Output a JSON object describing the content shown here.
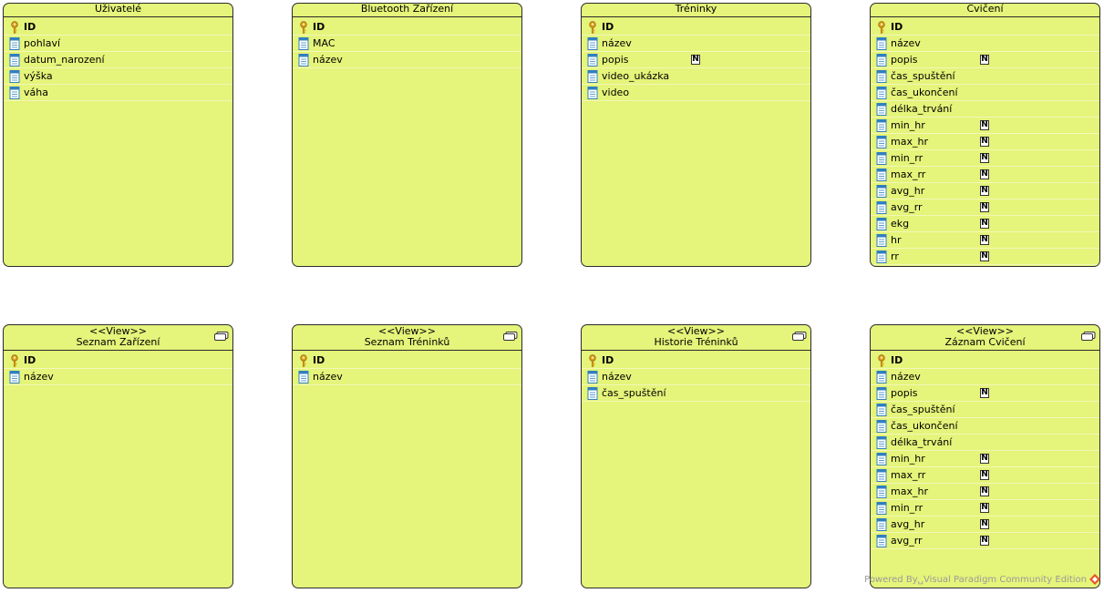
{
  "tables": [
    {
      "key": "uzivatele",
      "title": "Uživatelé",
      "columns": [
        {
          "name": "ID",
          "pk": true,
          "nullable": false
        },
        {
          "name": "pohlaví",
          "pk": false,
          "nullable": false
        },
        {
          "name": "datum_narození",
          "pk": false,
          "nullable": false
        },
        {
          "name": "výška",
          "pk": false,
          "nullable": false
        },
        {
          "name": "váha",
          "pk": false,
          "nullable": false
        }
      ]
    },
    {
      "key": "bluetooth",
      "title": "Bluetooth Zařízení",
      "columns": [
        {
          "name": "ID",
          "pk": true,
          "nullable": false
        },
        {
          "name": "MAC",
          "pk": false,
          "nullable": false
        },
        {
          "name": "název",
          "pk": false,
          "nullable": false
        }
      ]
    },
    {
      "key": "treninky",
      "title": "Tréninky",
      "columns": [
        {
          "name": "ID",
          "pk": true,
          "nullable": false
        },
        {
          "name": "název",
          "pk": false,
          "nullable": false
        },
        {
          "name": "popis",
          "pk": false,
          "nullable": true
        },
        {
          "name": "video_ukázka",
          "pk": false,
          "nullable": false
        },
        {
          "name": "video",
          "pk": false,
          "nullable": false
        }
      ]
    },
    {
      "key": "cviceni",
      "title": "Cvičení",
      "columns": [
        {
          "name": "ID",
          "pk": true,
          "nullable": false
        },
        {
          "name": "název",
          "pk": false,
          "nullable": false
        },
        {
          "name": "popis",
          "pk": false,
          "nullable": true
        },
        {
          "name": "čas_spuštění",
          "pk": false,
          "nullable": false
        },
        {
          "name": "čas_ukončení",
          "pk": false,
          "nullable": false
        },
        {
          "name": "délka_trvání",
          "pk": false,
          "nullable": false
        },
        {
          "name": "min_hr",
          "pk": false,
          "nullable": true
        },
        {
          "name": "max_hr",
          "pk": false,
          "nullable": true
        },
        {
          "name": "min_rr",
          "pk": false,
          "nullable": true
        },
        {
          "name": "max_rr",
          "pk": false,
          "nullable": true
        },
        {
          "name": "avg_hr",
          "pk": false,
          "nullable": true
        },
        {
          "name": "avg_rr",
          "pk": false,
          "nullable": true
        },
        {
          "name": "ekg",
          "pk": false,
          "nullable": true
        },
        {
          "name": "hr",
          "pk": false,
          "nullable": true
        },
        {
          "name": "rr",
          "pk": false,
          "nullable": true
        }
      ]
    }
  ],
  "views": [
    {
      "key": "seznam_zarizeni",
      "stereotype": "<<View>>",
      "title": "Seznam Zařízení",
      "columns": [
        {
          "name": "ID",
          "pk": true,
          "nullable": false
        },
        {
          "name": "název",
          "pk": false,
          "nullable": false
        }
      ]
    },
    {
      "key": "seznam_treninku",
      "stereotype": "<<View>>",
      "title": "Seznam Tréninků",
      "columns": [
        {
          "name": "ID",
          "pk": true,
          "nullable": false
        },
        {
          "name": "název",
          "pk": false,
          "nullable": false
        }
      ]
    },
    {
      "key": "historie_treninku",
      "stereotype": "<<View>>",
      "title": "Historie Tréninků",
      "columns": [
        {
          "name": "ID",
          "pk": true,
          "nullable": false
        },
        {
          "name": "název",
          "pk": false,
          "nullable": false
        },
        {
          "name": "čas_spuštění",
          "pk": false,
          "nullable": false
        }
      ]
    },
    {
      "key": "zaznam_cviceni",
      "stereotype": "<<View>>",
      "title": "Záznam Cvičení",
      "columns": [
        {
          "name": "ID",
          "pk": true,
          "nullable": false
        },
        {
          "name": "název",
          "pk": false,
          "nullable": false
        },
        {
          "name": "popis",
          "pk": false,
          "nullable": true
        },
        {
          "name": "čas_spuštění",
          "pk": false,
          "nullable": false
        },
        {
          "name": "čas_ukončení",
          "pk": false,
          "nullable": false
        },
        {
          "name": "délka_trvání",
          "pk": false,
          "nullable": false
        },
        {
          "name": "min_hr",
          "pk": false,
          "nullable": true
        },
        {
          "name": "max_rr",
          "pk": false,
          "nullable": true
        },
        {
          "name": "max_hr",
          "pk": false,
          "nullable": true
        },
        {
          "name": "min_rr",
          "pk": false,
          "nullable": true
        },
        {
          "name": "avg_hr",
          "pk": false,
          "nullable": true
        },
        {
          "name": "avg_rr",
          "pk": false,
          "nullable": true
        }
      ]
    }
  ],
  "nullable_mark": "N",
  "footer": {
    "text": "Powered By␣Visual Paradigm Community Edition"
  },
  "colors": {
    "entity_fill": "#e5f47a",
    "border": "#2b2b2b",
    "pk_key": "#e0a31a",
    "column_icon": "#2f7fc1"
  }
}
